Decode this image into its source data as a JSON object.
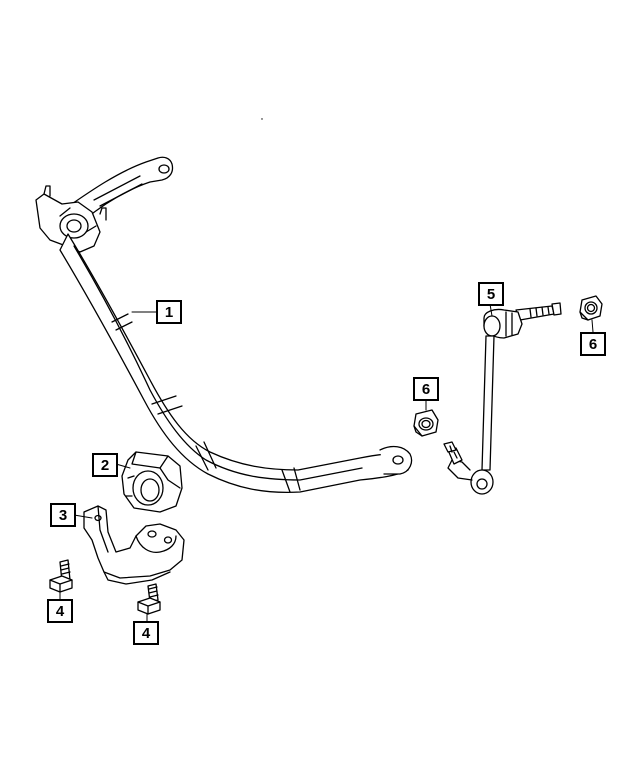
{
  "diagram": {
    "callouts": [
      {
        "id": "callout-1",
        "label": "1"
      },
      {
        "id": "callout-2",
        "label": "2"
      },
      {
        "id": "callout-3",
        "label": "3"
      },
      {
        "id": "callout-4a",
        "label": "4"
      },
      {
        "id": "callout-4b",
        "label": "4"
      },
      {
        "id": "callout-5",
        "label": "5"
      },
      {
        "id": "callout-6a",
        "label": "6"
      },
      {
        "id": "callout-6b",
        "label": "6"
      }
    ]
  }
}
